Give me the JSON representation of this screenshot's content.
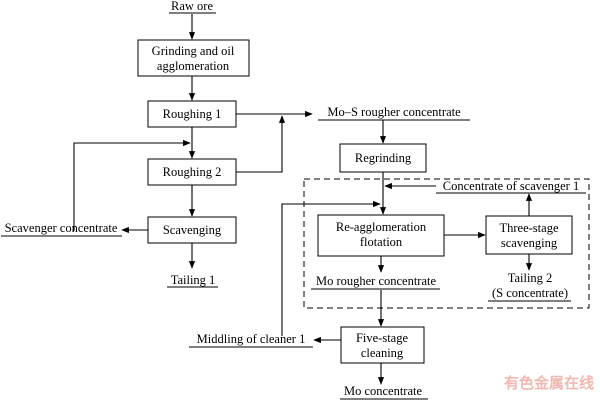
{
  "flowsheet": {
    "nodes": {
      "raw_ore": "Raw ore",
      "grinding": [
        "Grinding and oil",
        "agglomeration"
      ],
      "roughing1": "Roughing 1",
      "roughing2": "Roughing 2",
      "scavenging": "Scavenging",
      "regrinding": "Regrinding",
      "reagglomeration": [
        "Re-agglomeration",
        "flotation"
      ],
      "three_stage": [
        "Three-stage",
        "scavenging"
      ],
      "five_stage": [
        "Five-stage",
        "cleaning"
      ]
    },
    "products": {
      "mo_s_rougher": "Mo–S rougher concentrate",
      "scavenger_concentrate": "Scavenger concentrate",
      "tailing1": "Tailing 1",
      "concentrate_scavenger1": "Concentrate of scavenger 1",
      "mo_rougher": "Mo rougher concentrate",
      "tailing2": [
        "Tailing 2",
        "(S concentrate)"
      ],
      "middling_cleaner1": "Middling of cleaner 1",
      "mo_concentrate": "Mo concentrate"
    }
  },
  "watermark": "有色金属在线",
  "colors": {
    "line": "#000000",
    "watermark": "#f2b8b0"
  }
}
